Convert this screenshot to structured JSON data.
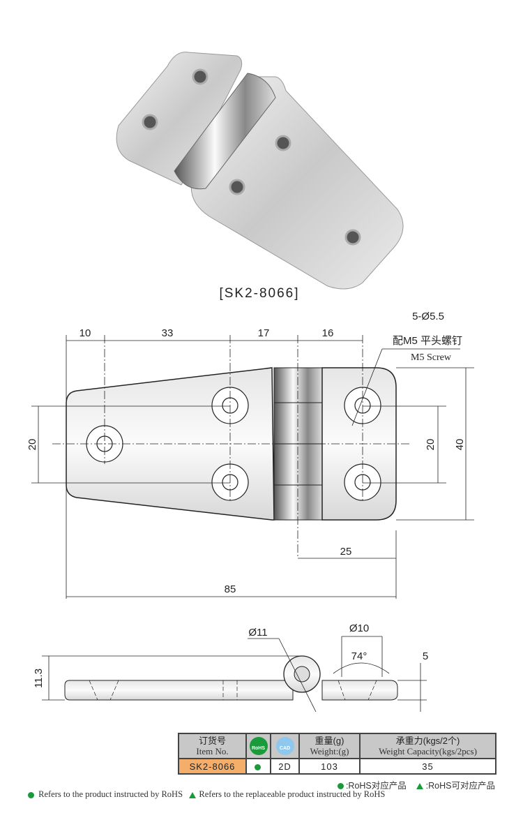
{
  "product": {
    "caption": "[SK2-8066]"
  },
  "drawing": {
    "top_dims": [
      "10",
      "33",
      "17",
      "16"
    ],
    "hole_spec": "5-Ø5.5",
    "screw_cn": "配M5 平头螺钉",
    "screw_en": "M5 Screw",
    "left_20": "20",
    "right_20": "20",
    "height_40": "40",
    "width_25": "25",
    "width_85": "85",
    "side_d11": "Ø11",
    "side_d10": "Ø10",
    "angle": "74°",
    "side_5": "5",
    "side_h": "11.3"
  },
  "table": {
    "headers": {
      "item_cn": "订货号",
      "item_en": "Item No.",
      "rohs_badge": "RoHS",
      "cad_badge": "CAD",
      "weight_cn": "重量(g)",
      "weight_en": "Weight:(g)",
      "capacity_cn": "承重力(kgs/2个)",
      "capacity_en": "Weight Capacity(kgs/2pcs)"
    },
    "row": {
      "item": "SK2-8066",
      "cad": "2D",
      "weight": "103",
      "capacity": "35"
    },
    "colors": {
      "item_bg": "#f5ad6a",
      "header_bg": "#c8c8c8",
      "rohs": "#1a9a3a",
      "cad": "#8fc8ec"
    }
  },
  "legend": {
    "cn_rohs": ":RoHS对应产品",
    "cn_replaceable": ":RoHS可对应产品",
    "en_rohs": "Refers to the product instructed by RoHS",
    "en_replaceable": "Refers to the replaceable product instructed by RoHS"
  }
}
